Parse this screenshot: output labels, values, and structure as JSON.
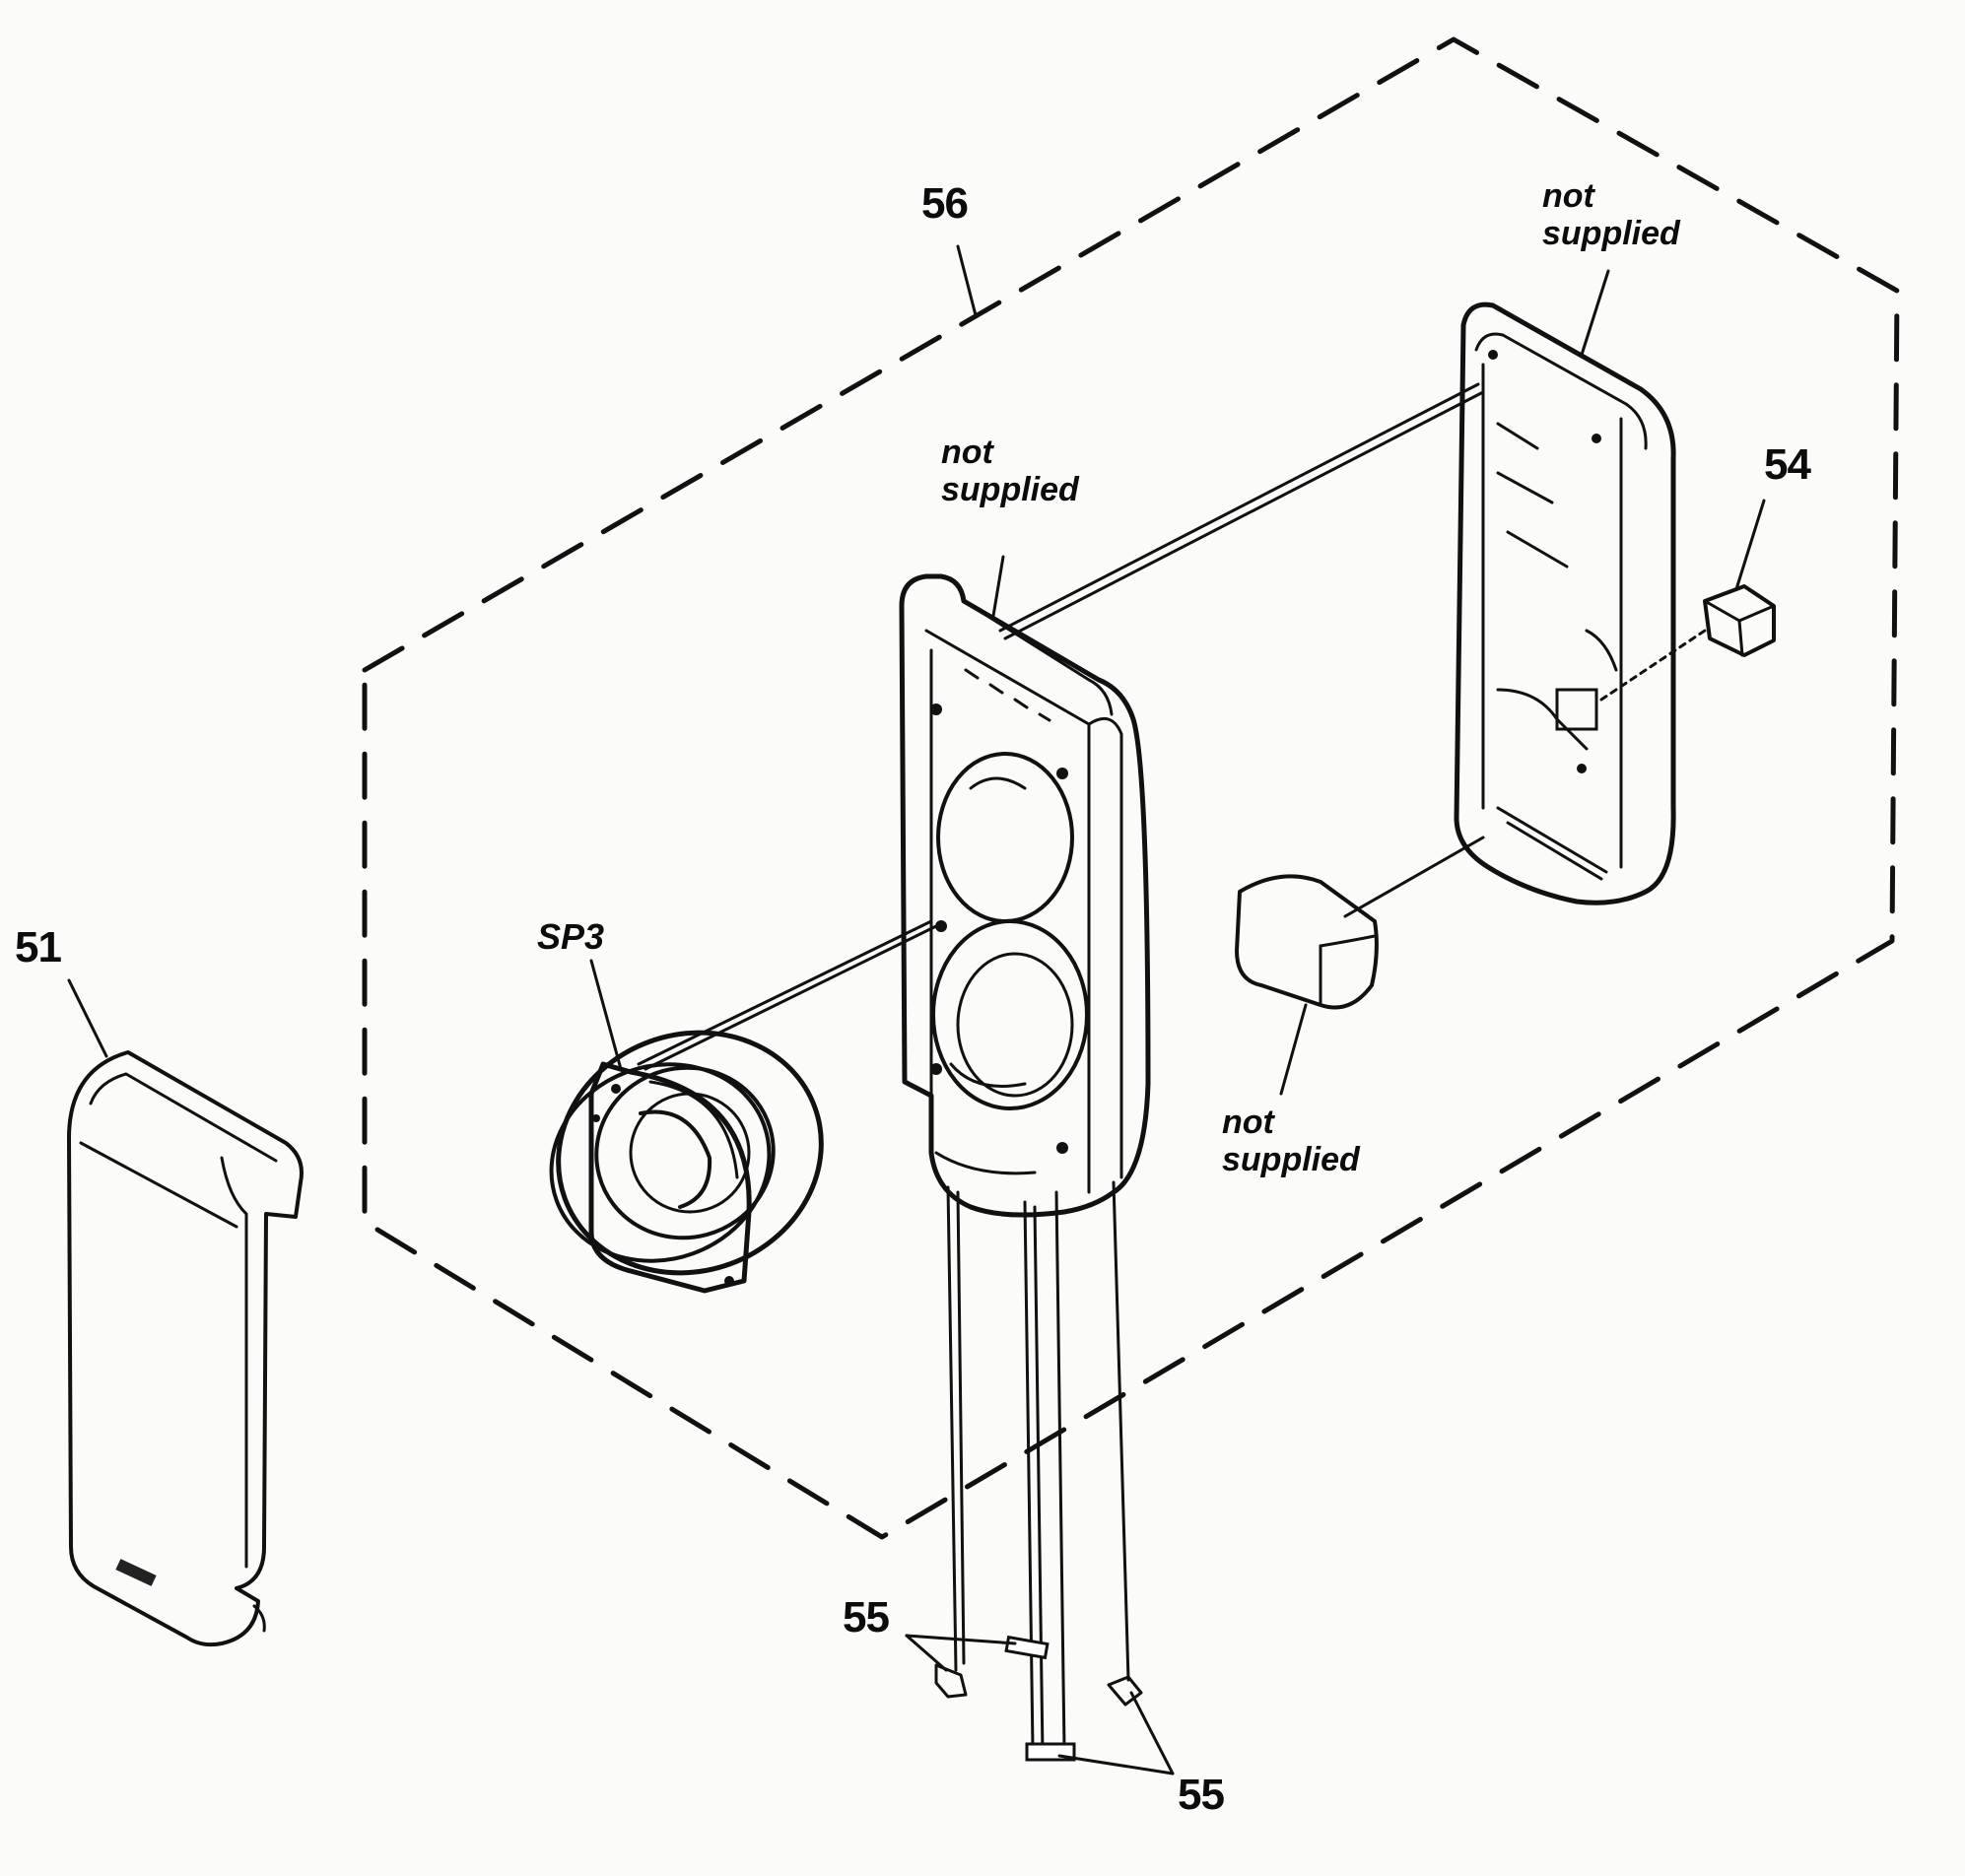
{
  "diagram": {
    "labels": {
      "part_51": "51",
      "part_54": "54",
      "part_55_upper": "55",
      "part_55_lower": "55",
      "part_56": "56",
      "part_sp3": "SP3",
      "not_supplied_back_cabinet": [
        "not",
        "supplied"
      ],
      "not_supplied_front_baffle": [
        "not",
        "supplied"
      ],
      "not_supplied_foam": [
        "not",
        "supplied"
      ]
    }
  }
}
